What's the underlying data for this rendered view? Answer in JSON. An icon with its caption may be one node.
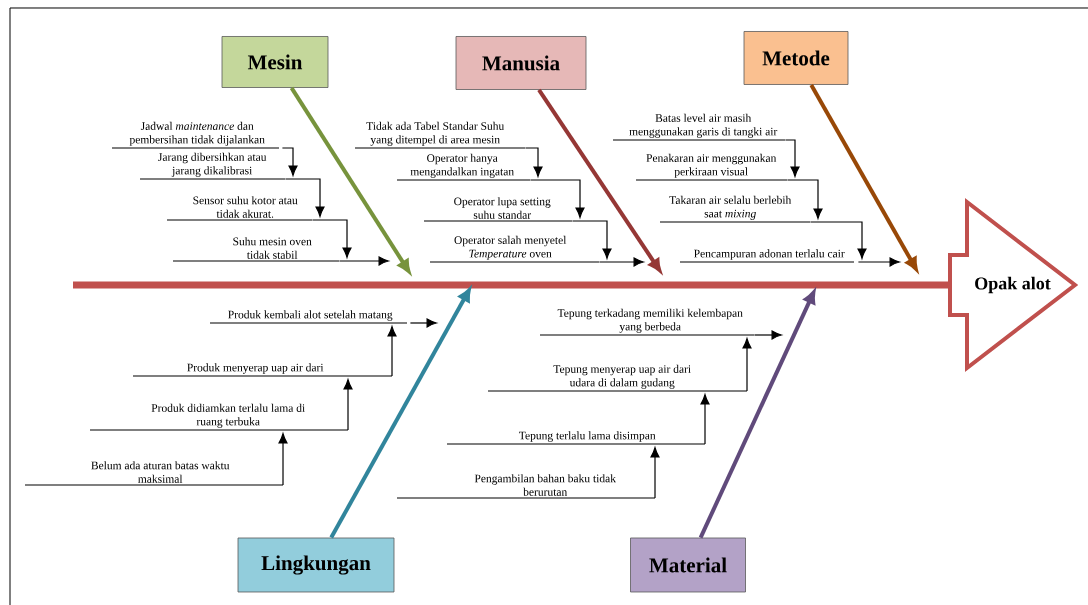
{
  "diagram": {
    "nodes": [
      {
        "text": [
          "Mesin"
        ]
      },
      {
        "text": [
          "Manusia"
        ]
      },
      {
        "text": [
          "Metode"
        ]
      },
      {
        "text": [
          "Jadwal *maintenance* dan pembersihan tidak dijalankan"
        ]
      },
      {
        "text": [
          "Jarang dibersihkan atau jarang dikalibrasi"
        ]
      },
      {
        "text": [
          "Sensor suhu kotor atau tidak akurat."
        ]
      },
      {
        "text": [
          "Suhu mesin oven tidak stabil"
        ]
      },
      {
        "text": [
          "Tidak ada Tabel Standar Suhu yang ditempel di area mesin"
        ]
      },
      {
        "text": [
          "Operator hanya mengandalkan ingatan"
        ]
      },
      {
        "text": [
          "Operator lupa setting suhu standar"
        ]
      },
      {
        "text": [
          "Operator salah menyetel *Temperature* oven"
        ]
      },
      {
        "text": [
          "Batas level air masih menggunakan garis di tangki air"
        ]
      },
      {
        "text": [
          "Penakaran air menggunakan perkiraan visual"
        ]
      },
      {
        "text": [
          "Takaran air selalu berlebih saat *mixing*"
        ]
      },
      {
        "text": [
          "Pencampuran adonan terlalu cair"
        ]
      },
      {
        "text": [
          "Opak alot"
        ]
      },
      {
        "text": [
          "Produk kembali alot setelah matang"
        ]
      },
      {
        "text": [
          "Produk menyerap uap air dari"
        ]
      },
      {
        "text": [
          "Produk didiamkan terlalu lama di ruang terbuka"
        ]
      },
      {
        "text": [
          "Belum ada aturan batas waktu maksimal"
        ]
      },
      {
        "text": [
          "Tepung terkadang memiliki kelembapan yang berbeda"
        ]
      },
      {
        "text": [
          "Tepung menyerap uap air dari udara di dalam gudang"
        ]
      },
      {
        "text": [
          "Tepung terlalu lama disimpan"
        ]
      },
      {
        "text": [
          "Pengambilan bahan baku tidak berurutan"
        ]
      },
      {
        "text": [
          "Lingkungan"
        ]
      },
      {
        "text": [
          "Material"
        ]
      }
    ],
    "edges": [
      {
        "from": 0,
        "to": null,
        "arrow": "to",
        "style": "thick",
        "color": "#77933c"
      },
      {
        "from": 1,
        "to": null,
        "arrow": "to",
        "style": "thick",
        "color": "#953735"
      },
      {
        "from": 2,
        "to": null,
        "arrow": "to",
        "style": "thick",
        "color": "#984807"
      },
      {
        "from": 3,
        "to": 4,
        "arrow": "to"
      },
      {
        "from": 4,
        "to": 5,
        "arrow": "to"
      },
      {
        "from": 5,
        "to": 6,
        "arrow": "to"
      },
      {
        "from": 6,
        "to": null,
        "arrow": "to"
      },
      {
        "from": 7,
        "to": 8,
        "arrow": "to"
      },
      {
        "from": 8,
        "to": 9,
        "arrow": "to"
      },
      {
        "from": 9,
        "to": 10,
        "arrow": "to"
      },
      {
        "from": 10,
        "to": null,
        "arrow": "to"
      },
      {
        "from": 11,
        "to": 12,
        "arrow": "to"
      },
      {
        "from": 12,
        "to": 13,
        "arrow": "to"
      },
      {
        "from": 13,
        "to": 14,
        "arrow": "to"
      },
      {
        "from": 14,
        "to": null,
        "arrow": "to"
      },
      {
        "from": null,
        "to": 15,
        "arrow": "none",
        "style": "thick",
        "color": "#c0504d"
      },
      {
        "from": 19,
        "to": 18,
        "arrow": "to"
      },
      {
        "from": 18,
        "to": 17,
        "arrow": "to"
      },
      {
        "from": 17,
        "to": 16,
        "arrow": "to"
      },
      {
        "from": 16,
        "to": null,
        "arrow": "to"
      },
      {
        "from": 23,
        "to": 22,
        "arrow": "to"
      },
      {
        "from": 22,
        "to": 21,
        "arrow": "to"
      },
      {
        "from": 21,
        "to": 20,
        "arrow": "to"
      },
      {
        "from": 20,
        "to": null,
        "arrow": "to"
      },
      {
        "from": 24,
        "to": null,
        "arrow": "to",
        "style": "thick",
        "color": "#31859c"
      },
      {
        "from": 25,
        "to": null,
        "arrow": "to",
        "style": "thick",
        "color": "#604a7b"
      }
    ]
  }
}
